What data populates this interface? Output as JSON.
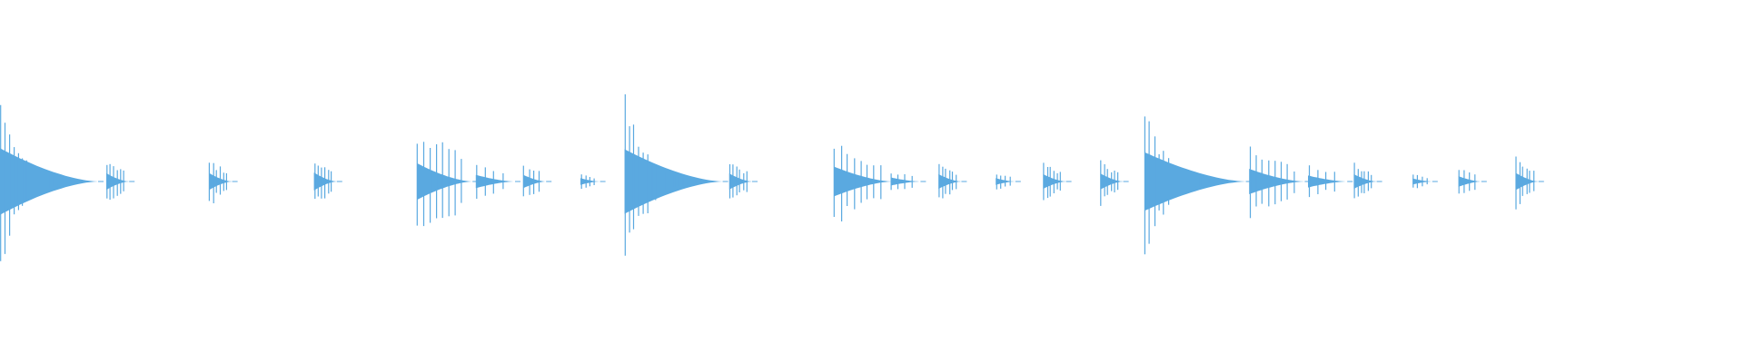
{
  "colors": {
    "background": "#ffffff",
    "waveform": "#5aa9e0"
  },
  "waveform": {
    "hits": [
      {
        "time": 0.0,
        "amplitude": 1.0,
        "decay": 0.65,
        "length": 0.06,
        "count": 20
      },
      {
        "time": 0.065,
        "amplitude": 0.25,
        "decay": 0.75,
        "length": 0.014,
        "count": 6
      },
      {
        "time": 0.128,
        "amplitude": 0.25,
        "decay": 0.75,
        "length": 0.014,
        "count": 6
      },
      {
        "time": 0.192,
        "amplitude": 0.27,
        "decay": 0.75,
        "length": 0.014,
        "count": 6
      },
      {
        "time": 0.255,
        "amplitude": 0.55,
        "decay": 0.85,
        "length": 0.034,
        "count": 8
      },
      {
        "time": 0.291,
        "amplitude": 0.2,
        "decay": 0.7,
        "length": 0.024,
        "count": 4
      },
      {
        "time": 0.32,
        "amplitude": 0.2,
        "decay": 0.7,
        "length": 0.014,
        "count": 4
      },
      {
        "time": 0.355,
        "amplitude": 0.1,
        "decay": 0.65,
        "length": 0.012,
        "count": 4
      },
      {
        "time": 0.382,
        "amplitude": 0.97,
        "decay": 0.65,
        "length": 0.06,
        "count": 20
      },
      {
        "time": 0.446,
        "amplitude": 0.24,
        "decay": 0.75,
        "length": 0.014,
        "count": 6
      },
      {
        "time": 0.51,
        "amplitude": 0.45,
        "decay": 0.8,
        "length": 0.036,
        "count": 8
      },
      {
        "time": 0.545,
        "amplitude": 0.12,
        "decay": 0.7,
        "length": 0.018,
        "count": 4
      },
      {
        "time": 0.574,
        "amplitude": 0.22,
        "decay": 0.75,
        "length": 0.014,
        "count": 6
      },
      {
        "time": 0.609,
        "amplitude": 0.1,
        "decay": 0.65,
        "length": 0.012,
        "count": 4
      },
      {
        "time": 0.638,
        "amplitude": 0.22,
        "decay": 0.75,
        "length": 0.014,
        "count": 6
      },
      {
        "time": 0.673,
        "amplitude": 0.24,
        "decay": 0.75,
        "length": 0.014,
        "count": 6
      },
      {
        "time": 0.7,
        "amplitude": 0.88,
        "decay": 0.65,
        "length": 0.062,
        "count": 20
      },
      {
        "time": 0.764,
        "amplitude": 0.38,
        "decay": 0.8,
        "length": 0.034,
        "count": 8
      },
      {
        "time": 0.8,
        "amplitude": 0.18,
        "decay": 0.7,
        "length": 0.024,
        "count": 4
      },
      {
        "time": 0.828,
        "amplitude": 0.22,
        "decay": 0.75,
        "length": 0.014,
        "count": 6
      },
      {
        "time": 0.864,
        "amplitude": 0.09,
        "decay": 0.65,
        "length": 0.012,
        "count": 4
      },
      {
        "time": 0.892,
        "amplitude": 0.16,
        "decay": 0.7,
        "length": 0.014,
        "count": 4
      },
      {
        "time": 0.927,
        "amplitude": 0.26,
        "decay": 0.75,
        "length": 0.014,
        "count": 6
      }
    ]
  }
}
